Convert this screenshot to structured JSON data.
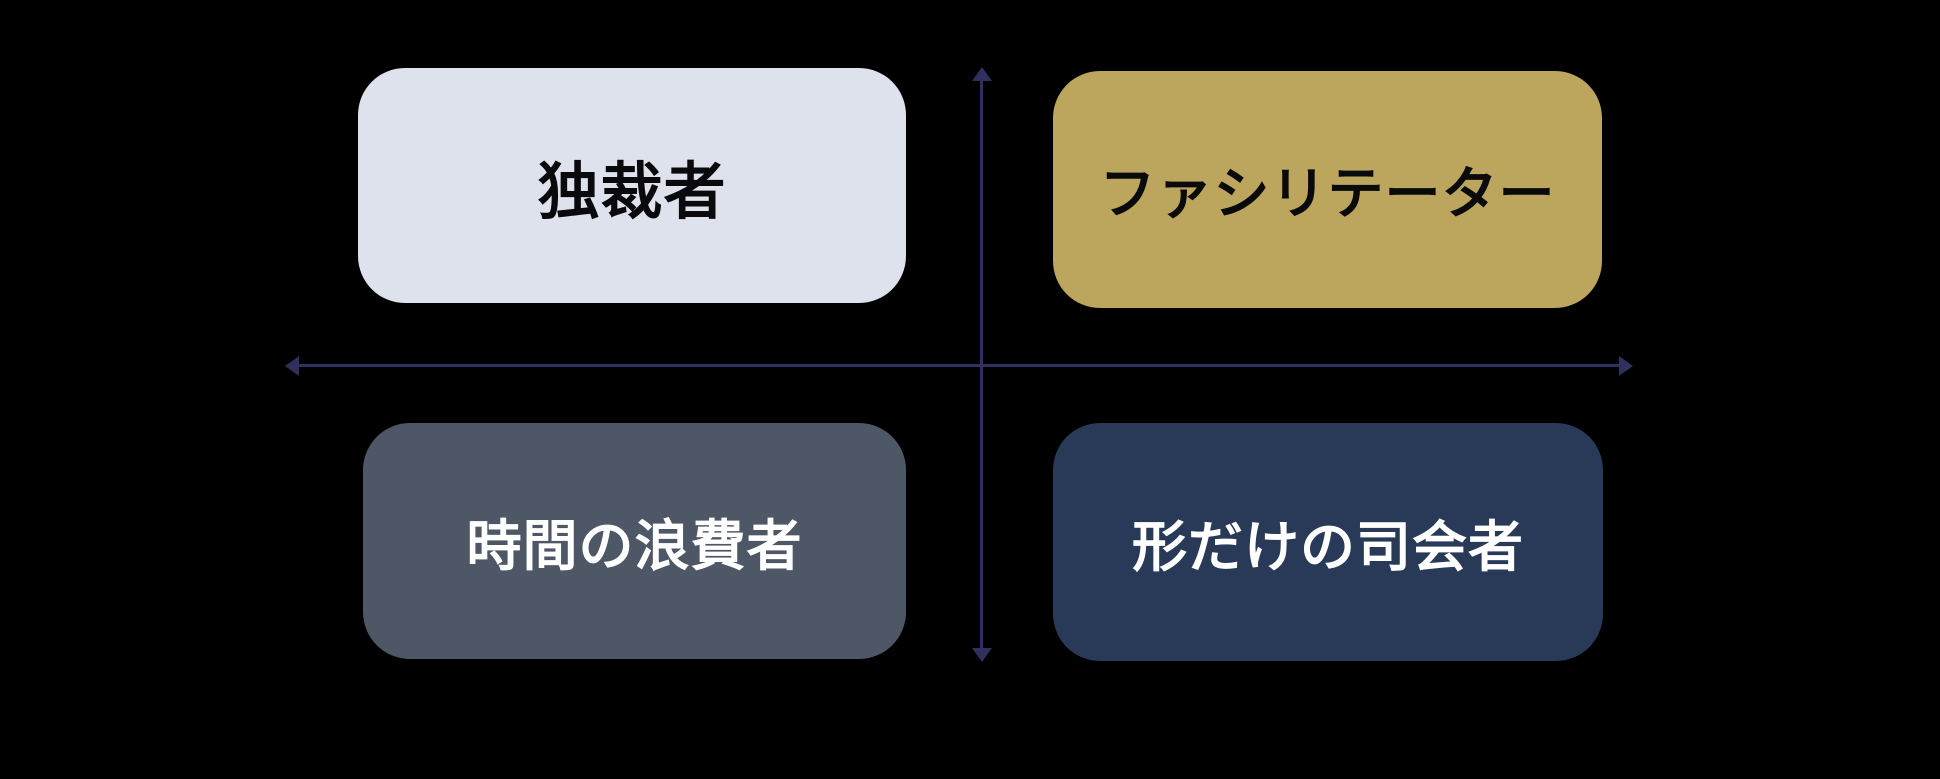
{
  "diagram": {
    "type": "quadrant-matrix",
    "background": "#000000",
    "axis": {
      "color": "#30305f"
    },
    "quadrants": {
      "top_left": {
        "label": "独裁者",
        "bg": "#dde2ed",
        "text_color": "#0a0a0c"
      },
      "top_right": {
        "label": "ファシリテーター",
        "bg": "#bca55c",
        "text_color": "#0a0a0c"
      },
      "bottom_left": {
        "label": "時間の浪費者",
        "bg": "#4e5765",
        "text_color": "#ffffff"
      },
      "bottom_right": {
        "label": "形だけの司会者",
        "bg": "#283a57",
        "text_color": "#ffffff"
      }
    }
  }
}
